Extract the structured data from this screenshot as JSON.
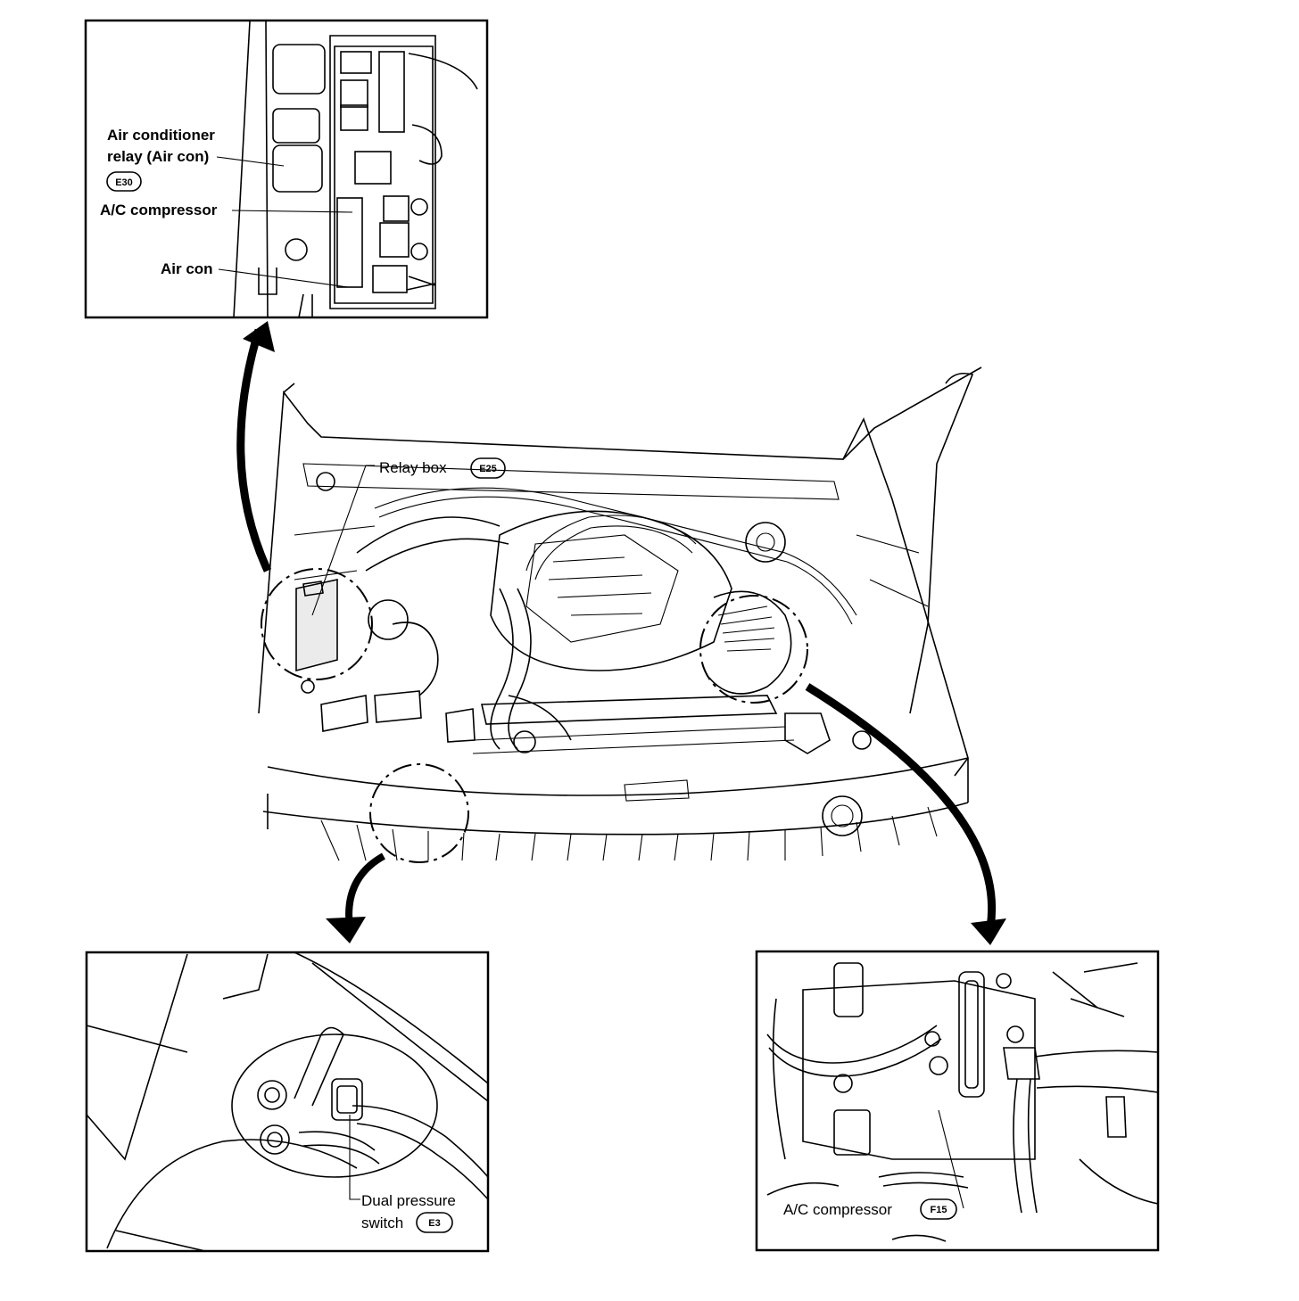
{
  "diagram": {
    "relay_box": {
      "label": "Relay box",
      "connector": "E25"
    },
    "inset_relay": {
      "callouts": [
        {
          "id": "ac-relay",
          "lines": [
            "Air conditioner",
            "relay (Air con)"
          ],
          "connector": "E30"
        },
        {
          "id": "ac-compressor-fuse",
          "lines": [
            "A/C compressor"
          ]
        },
        {
          "id": "air-con-fuse",
          "lines": [
            "Air con"
          ]
        }
      ]
    },
    "inset_pressure_switch": {
      "label_lines": [
        "Dual pressure",
        "switch"
      ],
      "connector": "E3"
    },
    "inset_compressor": {
      "label": "A/C compressor",
      "connector": "F15"
    }
  }
}
